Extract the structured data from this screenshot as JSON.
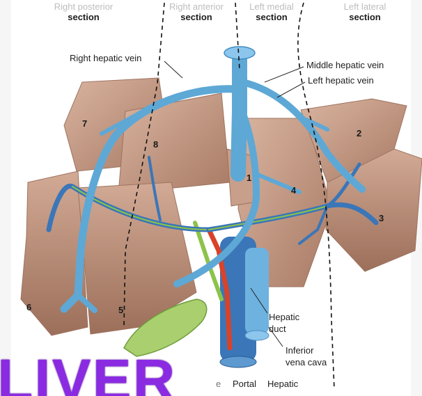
{
  "sections": [
    {
      "top": "Right posterior",
      "bottom": "section"
    },
    {
      "top": "Right anterior",
      "bottom": "section"
    },
    {
      "top": "Left medial",
      "bottom": "section"
    },
    {
      "top": "Left lateral",
      "bottom": "section"
    }
  ],
  "labels": {
    "right_hepatic_vein": "Right hepatic vein",
    "middle_hepatic_vein": "Middle hepatic vein",
    "left_hepatic_vein": "Left hepatic vein",
    "hepatic_duct_1": "Hepatic",
    "hepatic_duct_2": "duct",
    "ivc_1": "Inferior",
    "ivc_2": "vena cava",
    "portal": "Portal",
    "hepatic_artery_partial": "Hepatic",
    "gallbladder_partial": "e"
  },
  "segments": [
    "1",
    "2",
    "3",
    "4",
    "5",
    "6",
    "7",
    "8"
  ],
  "title": "LIVER",
  "colors": {
    "liver": "#c79c86",
    "vein": "#5ea8d6",
    "portal": "#3a76b8",
    "artery": "#d8432a",
    "duct": "#8cc34a",
    "title": "#8a2be2"
  }
}
